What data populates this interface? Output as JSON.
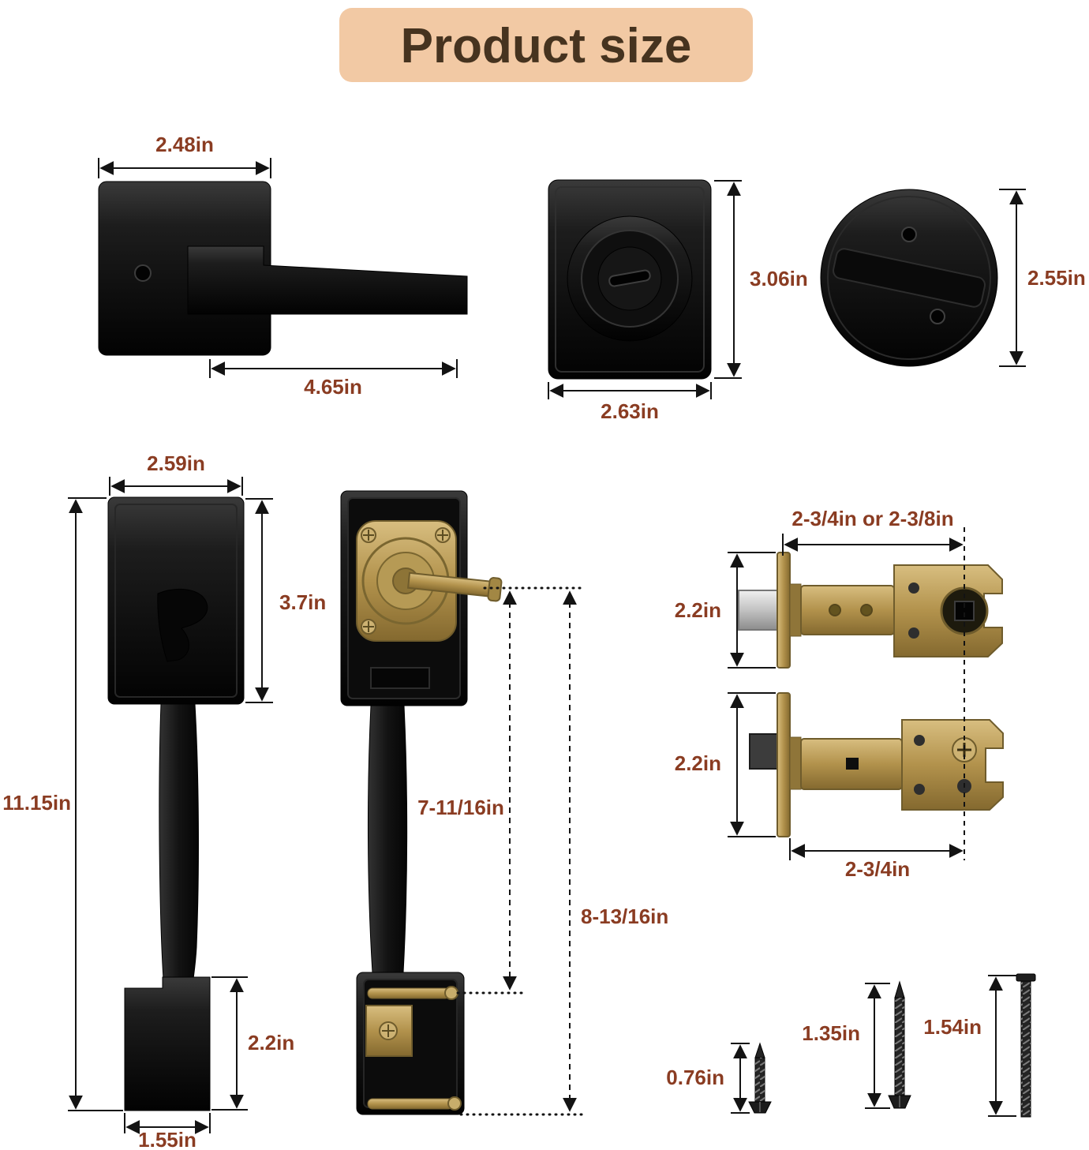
{
  "title": "Product size",
  "colors": {
    "background": "#ffffff",
    "title_banner": "#f2c9a4",
    "title_text": "#46331f",
    "dimension_text": "#8a3c22",
    "hardware_black": "#141414",
    "hardware_brass": "#b2924c",
    "hardware_chrome": "#c2c2c2"
  },
  "lever": {
    "top_width": "2.48in",
    "length": "4.65in"
  },
  "deadbolt_exterior": {
    "height": "3.06in",
    "width": "2.63in"
  },
  "deadbolt_interior": {
    "height": "2.55in"
  },
  "handleset_front": {
    "top_width": "2.59in",
    "plate_height": "3.7in",
    "total_height": "11.15in",
    "grip_height": "2.2in",
    "bottom_width": "1.55in"
  },
  "handleset_back": {
    "handle_span": "7-11/16in",
    "total_span": "8-13/16in"
  },
  "latch_top": {
    "backset": "2-3/4in or 2-3/8in",
    "height": "2.2in"
  },
  "latch_bottom": {
    "height": "2.2in",
    "backset": "2-3/4in"
  },
  "screws": {
    "short": "0.76in",
    "medium": "1.35in",
    "long": "1.54in"
  }
}
